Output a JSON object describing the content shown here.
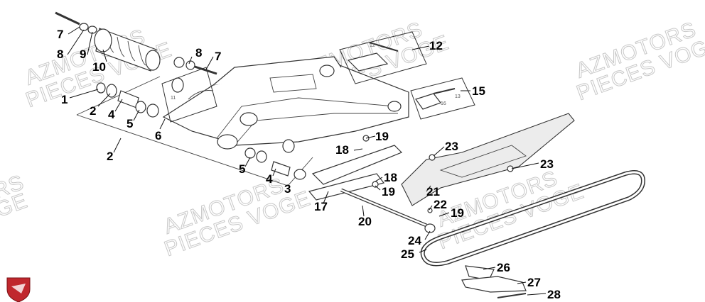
{
  "watermark": {
    "line1": "AZMOTORS",
    "line2": "PIECES VOGE",
    "edge_fragment_1": "RS",
    "edge_fragment_2": "GE"
  },
  "callouts": {
    "c1": "1",
    "c2a": "2",
    "c2b": "2",
    "c3": "3",
    "c4a": "4",
    "c4b": "4",
    "c5a": "5",
    "c5b": "5",
    "c6": "6",
    "c7a": "7",
    "c7b": "7",
    "c8a": "8",
    "c8b": "8",
    "c9": "9",
    "c10": "10",
    "c12": "12",
    "c15": "15",
    "c17": "17",
    "c18a": "18",
    "c18b": "18",
    "c19a": "19",
    "c19b": "19",
    "c19c": "19",
    "c20": "20",
    "c21": "21",
    "c22": "22",
    "c23a": "23",
    "c23b": "23",
    "c24": "24",
    "c25": "25",
    "c26": "26",
    "c27": "27",
    "c28": "28"
  },
  "inset_labels": {
    "i11": "11",
    "i13": "13",
    "i16": "16",
    "i12b": "12"
  },
  "colors": {
    "logo_red": "#c0272d",
    "watermark": "#c8c8c8"
  },
  "logo": {
    "icon": "shield-logo-icon"
  }
}
